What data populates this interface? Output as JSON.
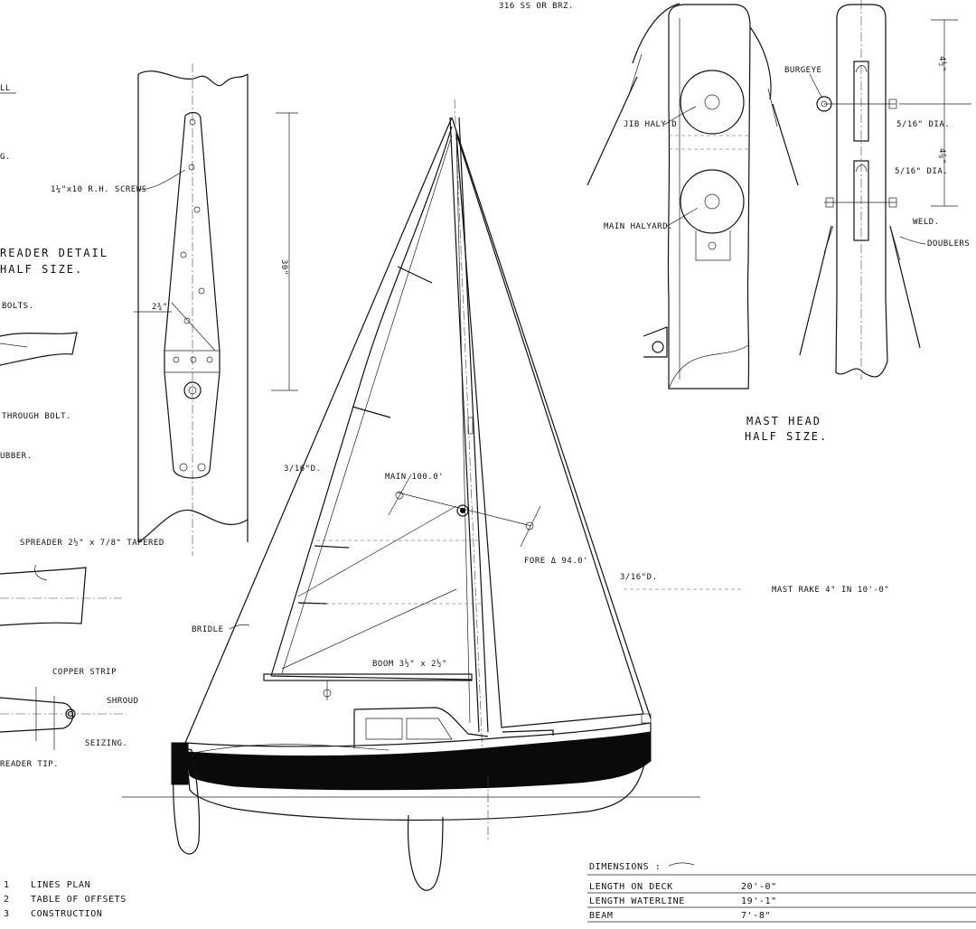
{
  "drawing": {
    "top_note": "316 SS OR BRZ.",
    "left_notes": {
      "frag_1": "LL",
      "frag_2": "G.",
      "screws": "1¼\"x10 R.H. SCREWS",
      "spreader_title_1": "READER DETAIL",
      "spreader_title_2": "HALF SIZE.",
      "bolts": "BOLTS.",
      "through_bolt": "THROUGH BOLT.",
      "rubber": "UBBER.",
      "spreader_size": "SPREADER 2½\" x 7/8\" TAPERED",
      "copper_strip": "COPPER STRIP",
      "shroud": "SHROUD",
      "seizing": "SEIZING.",
      "spreader_tip": "READER TIP.",
      "dim_2_3_4": "2¾\"",
      "dim_30": "30\""
    },
    "sail_plan": {
      "wire_left": "3/16\"D.",
      "wire_right": "3/16\"D.",
      "main_area": "MAIN 100.0'",
      "fore_area": "FORE Δ 94.0'",
      "bridle": "BRIDLE",
      "boom": "BOOM 3½\" x 2½\""
    },
    "mast_head": {
      "title_1": "MAST HEAD",
      "title_2": "HALF SIZE.",
      "jib_halyard": "JIB HALY'D",
      "main_halyard": "MAIN HALYARD.",
      "burgee": "BURGEYE",
      "bolt_dia_1": "5/16\" DIA.",
      "bolt_dia_2": "5/16\" DIA.",
      "weld": "WELD.",
      "doublers": "DOUBLERS",
      "dim_upper": "4½\"",
      "dim_lower": "4⅞\""
    },
    "mast_rake": "MAST RAKE 4\" IN 10'-0\"",
    "sheet_index": [
      {
        "num": "1",
        "label": "LINES PLAN"
      },
      {
        "num": "2",
        "label": "TABLE OF OFFSETS"
      },
      {
        "num": "3",
        "label": "CONSTRUCTION"
      }
    ],
    "dimensions": {
      "title": "DIMENSIONS :",
      "rows": [
        {
          "label": "LENGTH ON DECK",
          "value": "20'-0\""
        },
        {
          "label": "LENGTH WATERLINE",
          "value": "19'-1\""
        },
        {
          "label": "BEAM",
          "value": "7'-8\""
        }
      ]
    }
  }
}
